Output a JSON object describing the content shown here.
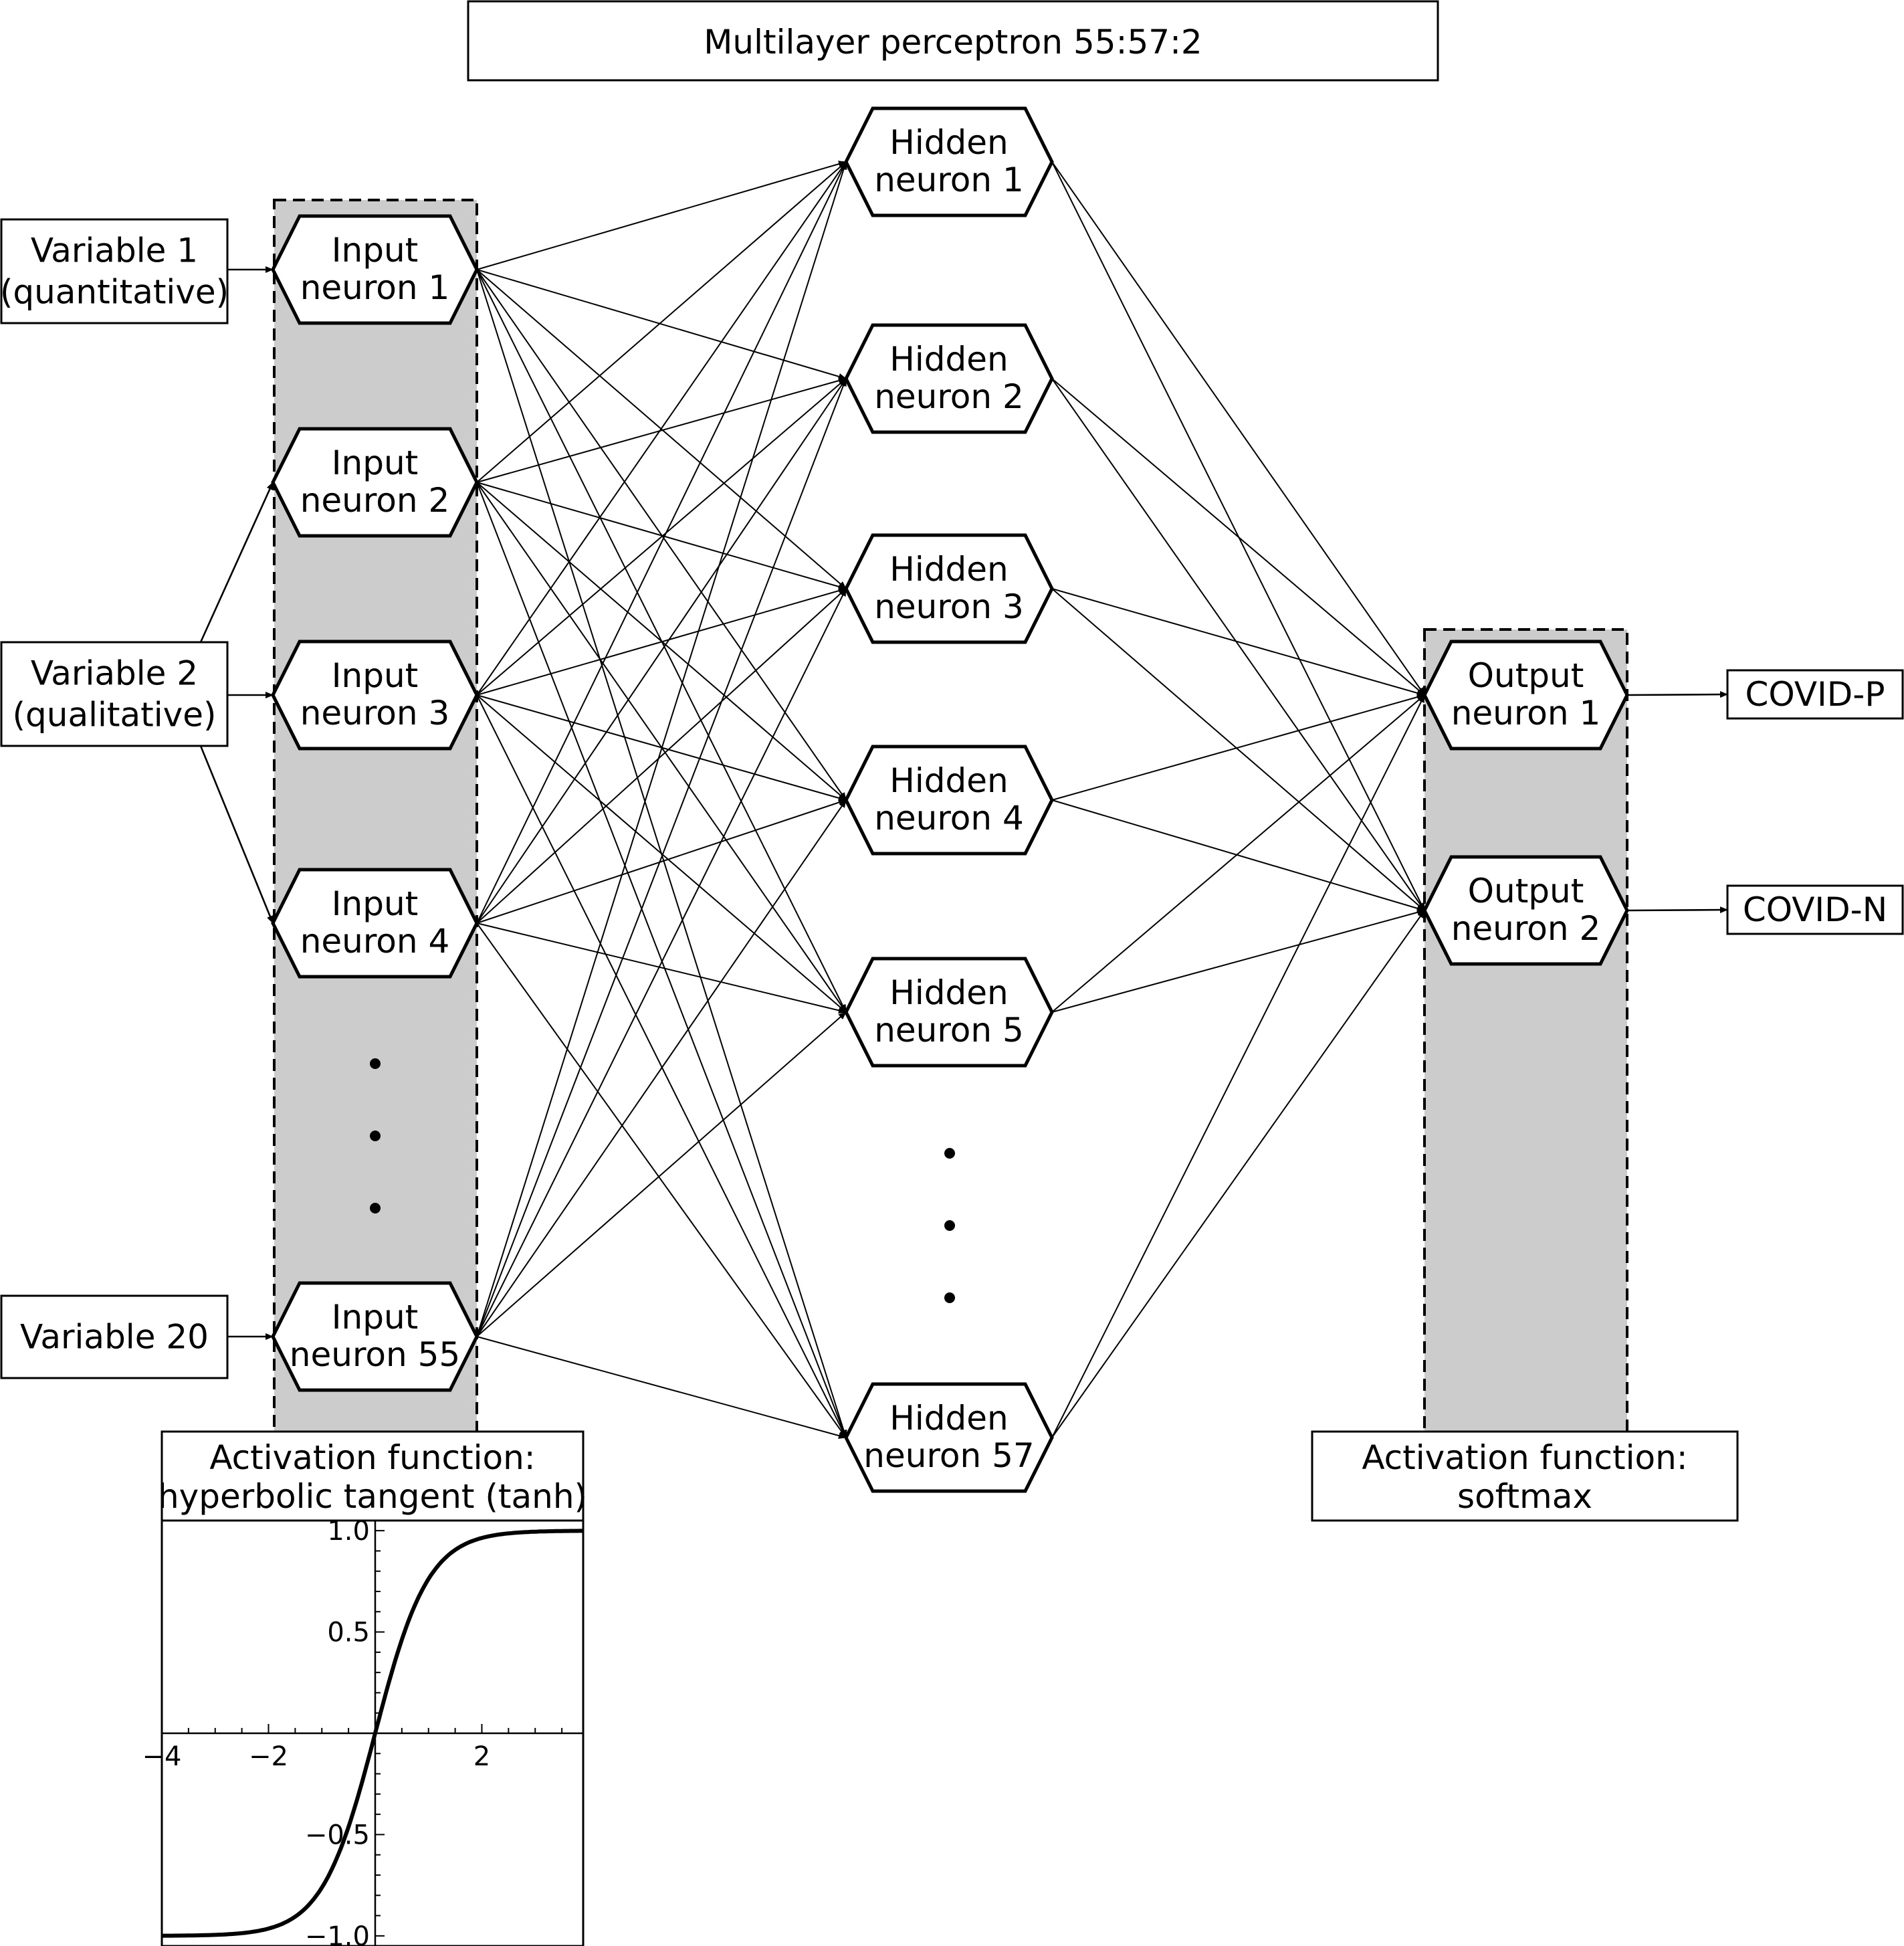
{
  "title": "Multilayer perceptron 55:57:2",
  "input_variables": [
    {
      "id": "v1",
      "lines": [
        "Variable 1",
        "(quantitative)"
      ]
    },
    {
      "id": "v2",
      "lines": [
        "Variable 2",
        "(qualitative)"
      ]
    },
    {
      "id": "v20",
      "lines": [
        "Variable 20"
      ]
    }
  ],
  "input_neurons": [
    {
      "id": "i1",
      "lines": [
        "Input",
        "neuron 1"
      ]
    },
    {
      "id": "i2",
      "lines": [
        "Input",
        "neuron 2"
      ]
    },
    {
      "id": "i3",
      "lines": [
        "Input",
        "neuron 3"
      ]
    },
    {
      "id": "i4",
      "lines": [
        "Input",
        "neuron 4"
      ]
    },
    {
      "id": "i55",
      "lines": [
        "Input",
        "neuron 55"
      ]
    }
  ],
  "hidden_neurons": [
    {
      "id": "h1",
      "lines": [
        "Hidden",
        "neuron 1"
      ]
    },
    {
      "id": "h2",
      "lines": [
        "Hidden",
        "neuron 2"
      ]
    },
    {
      "id": "h3",
      "lines": [
        "Hidden",
        "neuron 3"
      ]
    },
    {
      "id": "h4",
      "lines": [
        "Hidden",
        "neuron 4"
      ]
    },
    {
      "id": "h5",
      "lines": [
        "Hidden",
        "neuron 5"
      ]
    },
    {
      "id": "h57",
      "lines": [
        "Hidden",
        "neuron 57"
      ]
    }
  ],
  "output_neurons": [
    {
      "id": "o1",
      "lines": [
        "Output",
        "neuron 1"
      ]
    },
    {
      "id": "o2",
      "lines": [
        "Output",
        "neuron 2"
      ]
    }
  ],
  "outputs": [
    {
      "id": "p",
      "label": "COVID-P"
    },
    {
      "id": "n",
      "label": "COVID-N"
    }
  ],
  "variable_links": [
    [
      "v1",
      "i1"
    ],
    [
      "v2",
      "i2"
    ],
    [
      "v2",
      "i3"
    ],
    [
      "v2",
      "i4"
    ],
    [
      "v20",
      "i55"
    ]
  ],
  "input_activation": {
    "lines": [
      "Activation function:",
      "hyperbolic tangent (tanh)"
    ],
    "function": "tanh",
    "xlim": [
      -4,
      3.9
    ],
    "ylim": [
      -1.05,
      1.05
    ],
    "xticks": [
      {
        "v": -4,
        "t": "−4"
      },
      {
        "v": -2,
        "t": "−2"
      },
      {
        "v": 2,
        "t": "2"
      }
    ],
    "yticks": [
      {
        "v": 1.0,
        "t": "1.0"
      },
      {
        "v": 0.5,
        "t": "0.5"
      },
      {
        "v": -0.5,
        "t": "−0.5"
      },
      {
        "v": -1.0,
        "t": "−1.0"
      }
    ]
  },
  "output_activation": {
    "lines": [
      "Activation function:",
      "softmax"
    ]
  }
}
